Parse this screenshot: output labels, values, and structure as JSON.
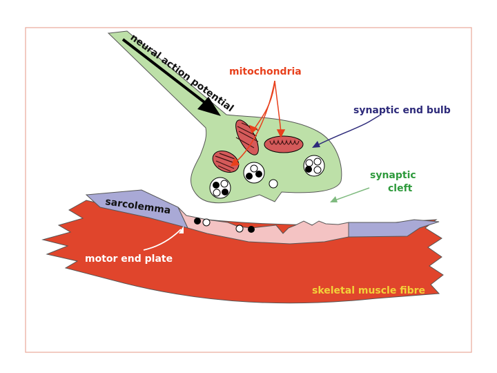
{
  "labels": {
    "neural_action_potential": "neural action potential",
    "mitochondria": "mitochondria",
    "synaptic_end_bulb": "synaptic end bulb",
    "synaptic_cleft_line1": "synaptic",
    "synaptic_cleft_line2": "cleft",
    "sarcolemma": "sarcolemma",
    "motor_end_plate": "motor end plate",
    "skeletal_muscle_fibre": "skeletal muscle fibre"
  },
  "colors": {
    "frame": "#e8a89a",
    "neuron_fill": "#bde0a8",
    "muscle_fill": "#e0452c",
    "sarcolemma_fill": "#a9a9d6",
    "end_plate_fill": "#f4c3c3",
    "mitochondria_fill": "#d45a5a",
    "mitochondria_label": "#e8401c",
    "end_bulb_label": "#2d2a7a",
    "cleft_label": "#2e9a3c",
    "muscle_label": "#f2d23a",
    "end_plate_label": "#ffffff"
  }
}
